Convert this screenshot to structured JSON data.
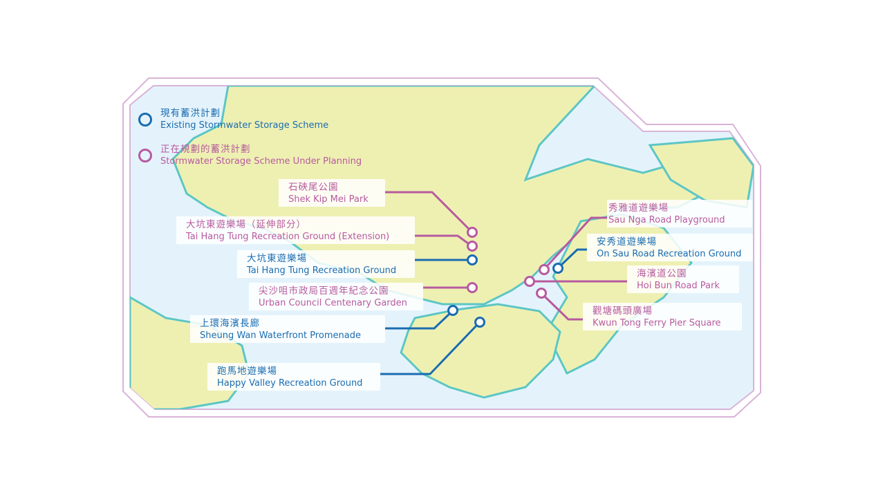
{
  "colors": {
    "existing": "#1a6cb0",
    "planning": "#b75a9f",
    "land": "#eef0b2",
    "water": "#e4f3fb",
    "coast": "#5cc6c4",
    "frame": "#d9b3d8"
  },
  "legend": [
    {
      "zh": "現有蓄洪計劃",
      "en": "Existing Stormwater Storage Scheme",
      "type": "existing"
    },
    {
      "zh": "正在規劃的蓄洪計劃",
      "en": "Stormwater Storage Scheme Under Planning",
      "type": "planning"
    }
  ],
  "sites": [
    {
      "zh": "石硤尾公園",
      "en": "Shek Kip Mei Park",
      "type": "planning"
    },
    {
      "zh": "大坑東遊樂場（延伸部分）",
      "en": "Tai Hang Tung Recreation Ground (Extension)",
      "type": "planning"
    },
    {
      "zh": "大坑東遊樂場",
      "en": "Tai Hang Tung Recreation Ground",
      "type": "existing"
    },
    {
      "zh": "尖沙咀市政局百週年紀念公園",
      "en": "Urban Council Centenary Garden",
      "type": "planning"
    },
    {
      "zh": "上環海濱長廊",
      "en": "Sheung Wan Waterfront Promenade",
      "type": "existing"
    },
    {
      "zh": "跑馬地遊樂場",
      "en": "Happy Valley Recreation Ground",
      "type": "existing"
    },
    {
      "zh": "秀雅道遊樂場",
      "en": "Sau Nga Road Playground",
      "type": "planning"
    },
    {
      "zh": "安秀道遊樂場",
      "en": "On Sau Road Recreation Ground",
      "type": "existing"
    },
    {
      "zh": "海濱道公園",
      "en": "Hoi Bun Road Park",
      "type": "planning"
    },
    {
      "zh": "觀塘碼頭廣場",
      "en": "Kwun Tong Ferry Pier Square",
      "type": "planning"
    }
  ]
}
